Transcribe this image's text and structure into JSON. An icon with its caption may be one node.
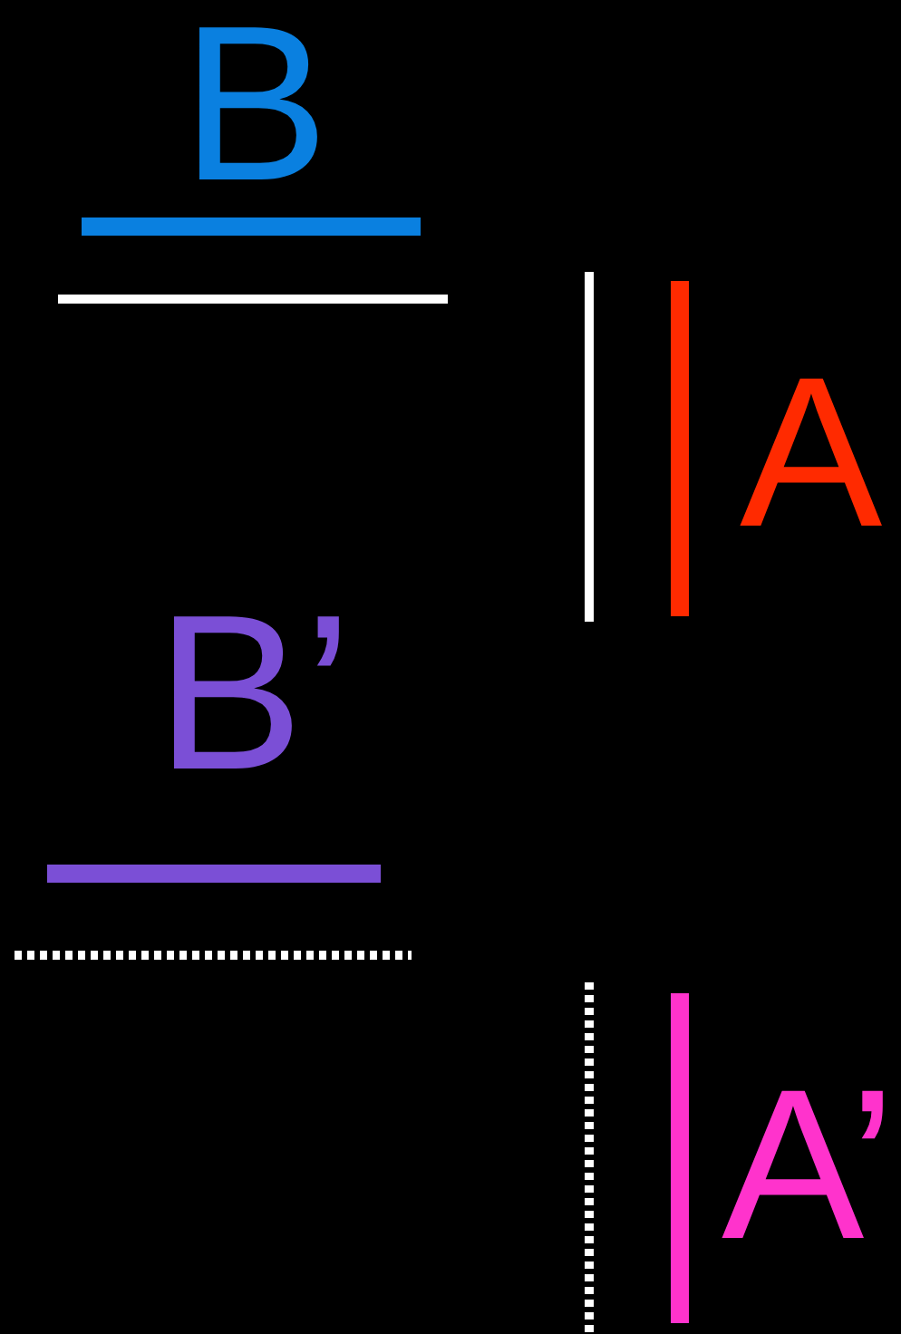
{
  "diagram": {
    "labels": [
      "B",
      "A",
      "B’",
      "A’"
    ]
  }
}
